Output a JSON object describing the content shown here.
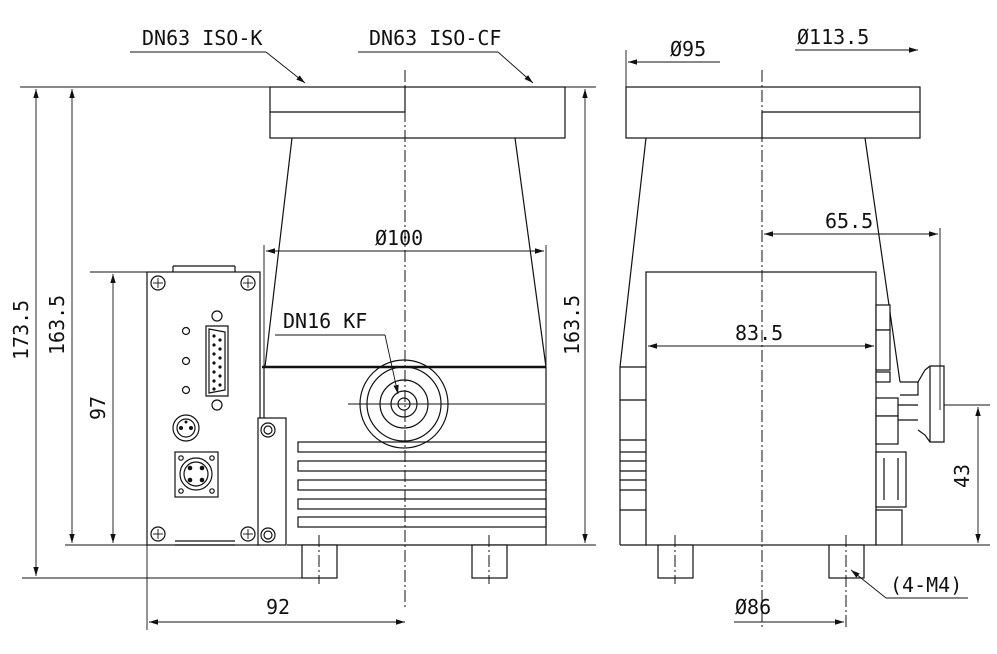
{
  "labels": {
    "flange_k": "DN63 ISO-K",
    "flange_cf": "DN63 ISO-CF",
    "dia_100": "Ø100",
    "port_kf": "DN16 KF",
    "width_92": "92",
    "height_173": "173.5",
    "height_163_left": "163.5",
    "height_97": "97",
    "height_163_right": "163.5",
    "dia_95": "Ø95",
    "dia_113": "Ø113.5",
    "dim_65": "65.5",
    "dim_83": "83.5",
    "dim_43": "43",
    "dia_86": "Ø86",
    "thread_note": "(4-M4)"
  }
}
